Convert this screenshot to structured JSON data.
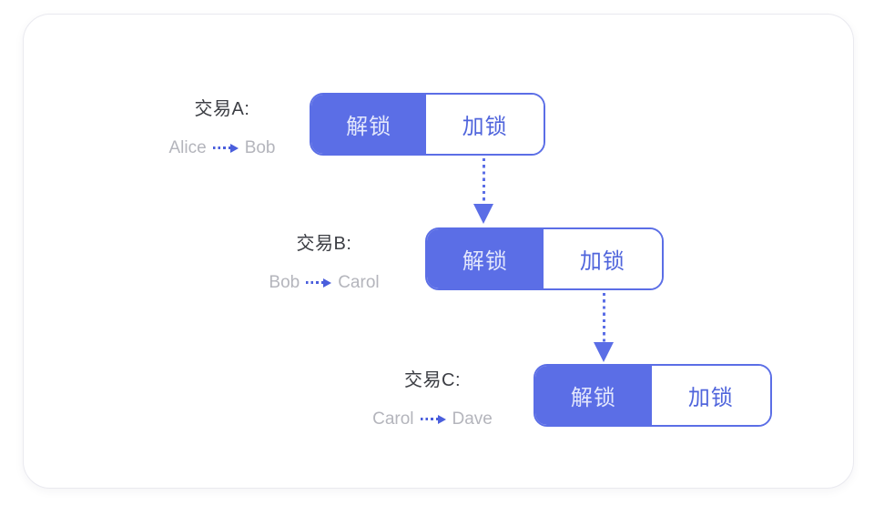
{
  "diagram": {
    "description_labels": {
      "unlock": "解锁",
      "lock": "加锁"
    },
    "transactions": [
      {
        "title": "交易A:",
        "from": "Alice",
        "to": "Bob",
        "unlock": "解锁",
        "lock": "加锁"
      },
      {
        "title": "交易B:",
        "from": "Bob",
        "to": "Carol",
        "unlock": "解锁",
        "lock": "加锁"
      },
      {
        "title": "交易C:",
        "from": "Carol",
        "to": "Dave",
        "unlock": "解锁",
        "lock": "加锁"
      }
    ],
    "colors": {
      "accent_blue": "#5B6EE6",
      "unlock_text": "#E3E7FC",
      "lock_text": "#5065DC",
      "title_text": "#3C3E44",
      "party_text": "#B4B5BC",
      "panel_border": "#E9E9EF"
    }
  }
}
